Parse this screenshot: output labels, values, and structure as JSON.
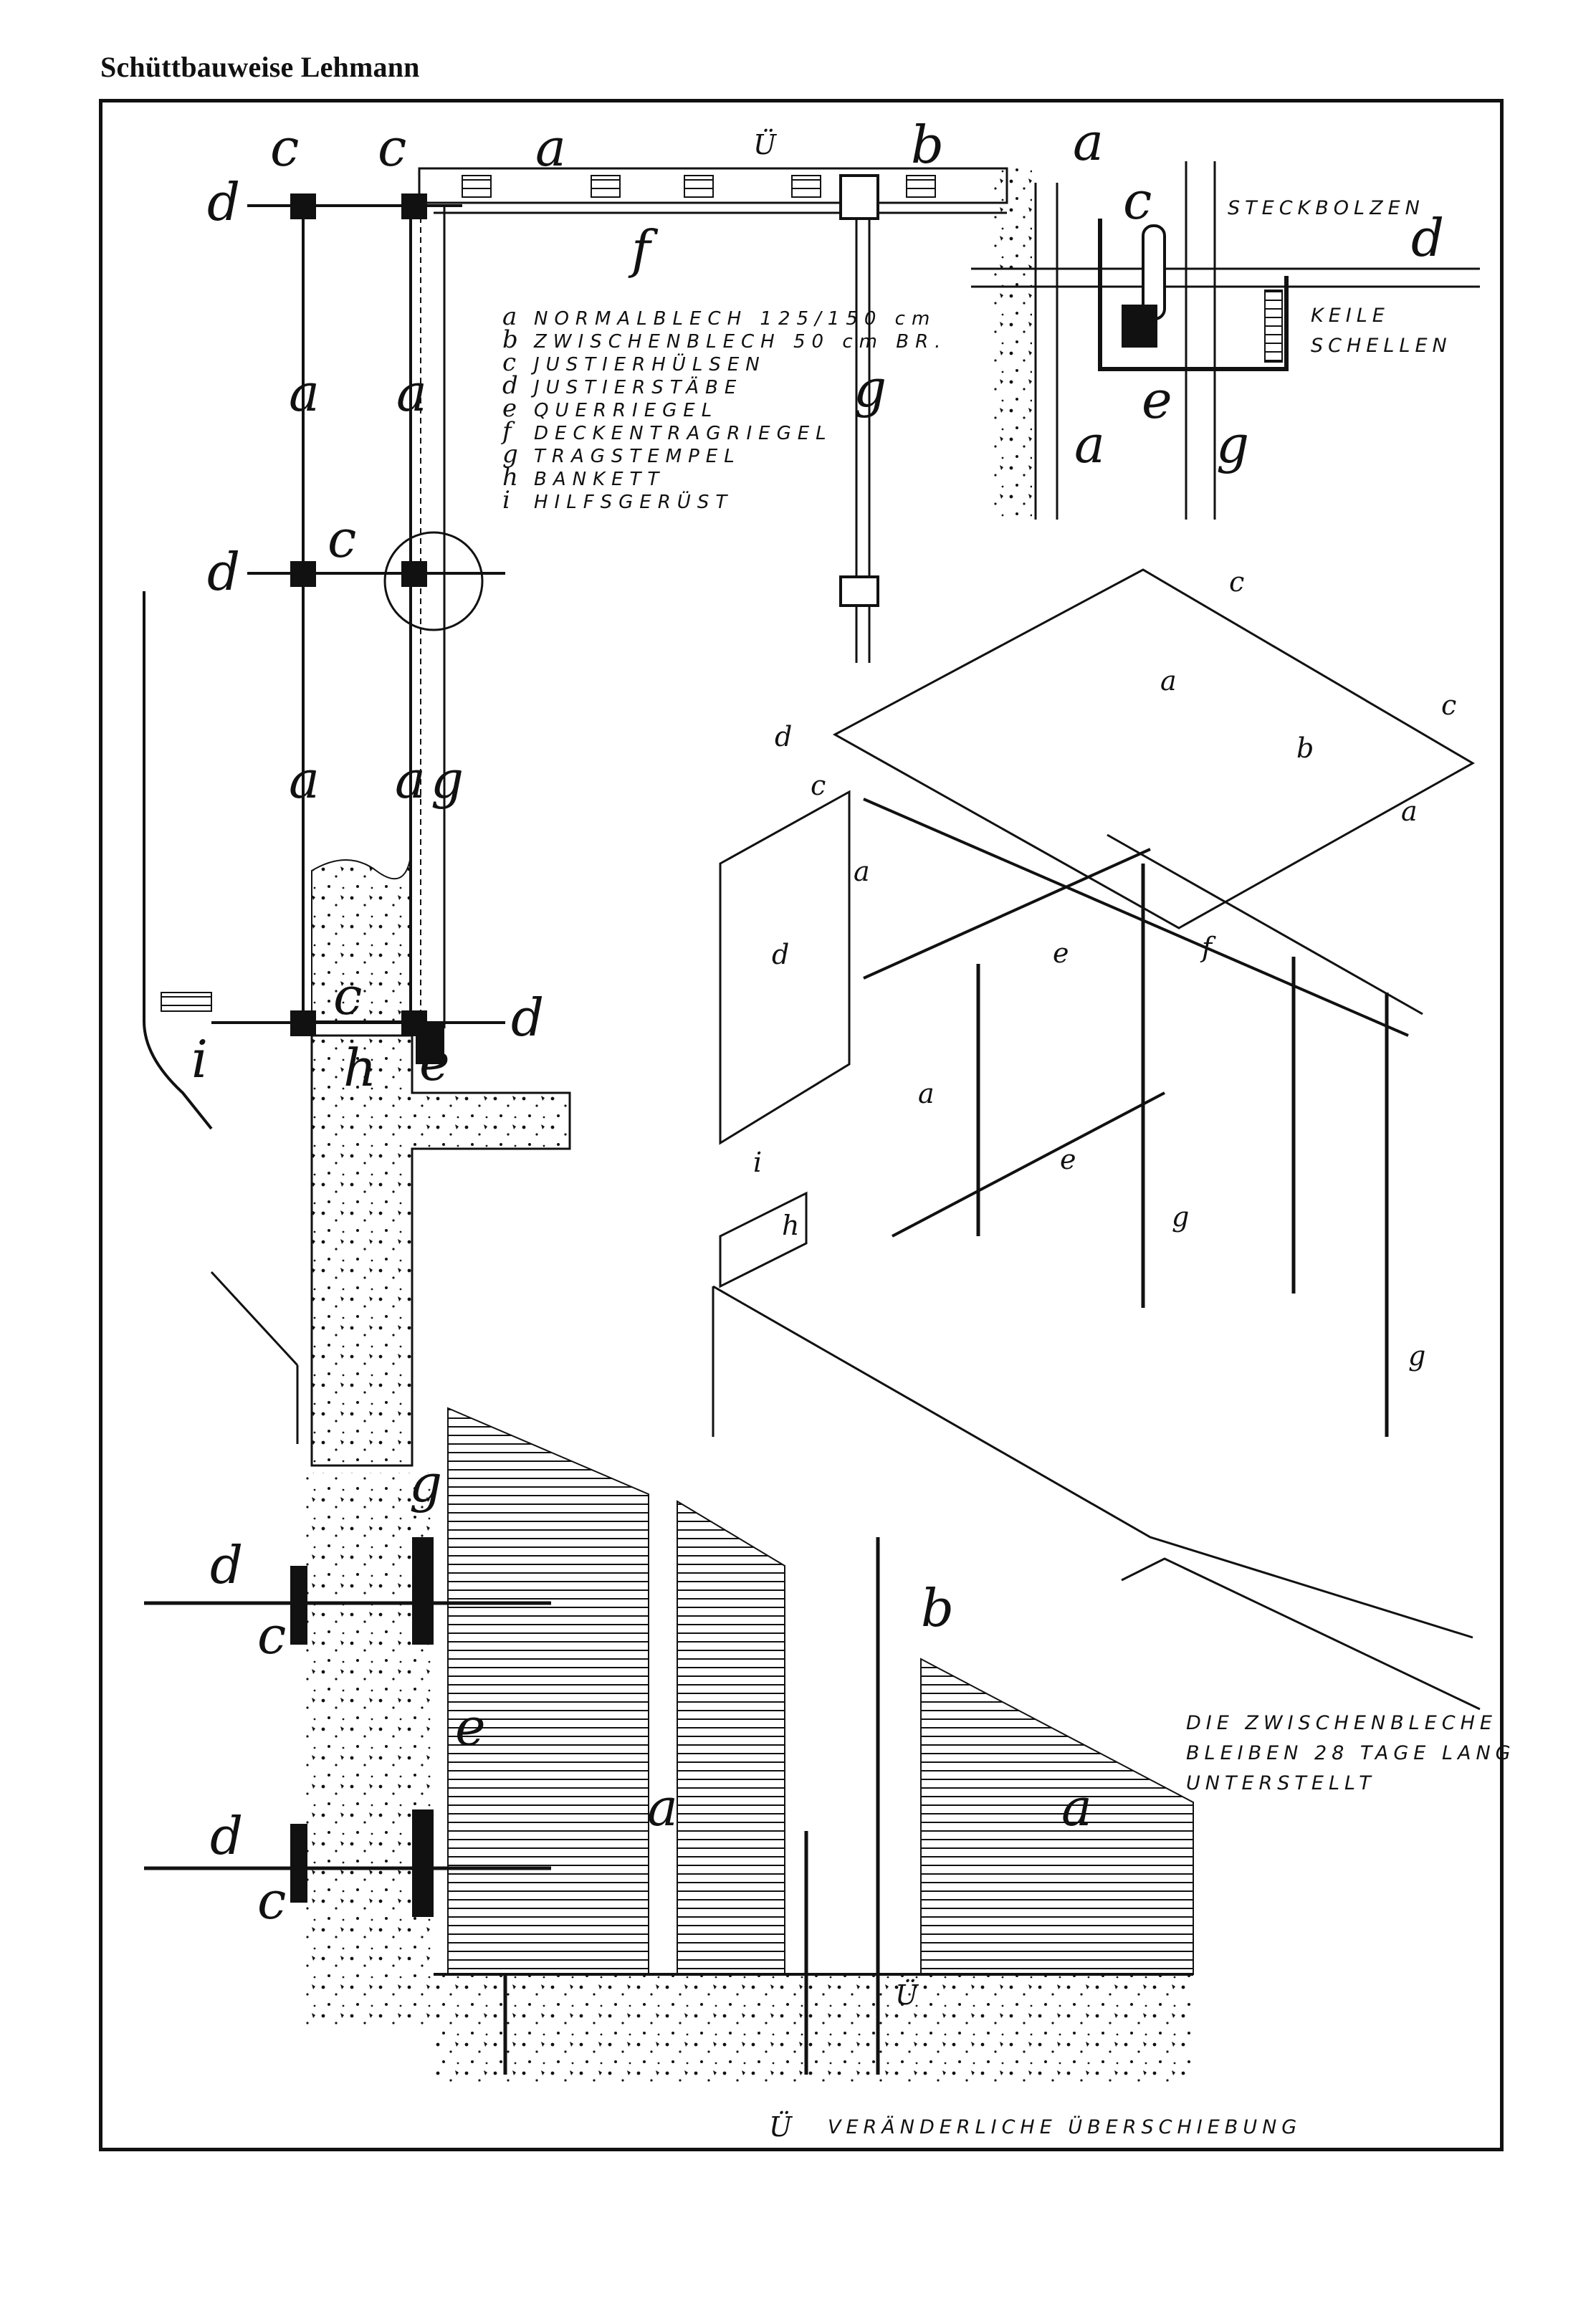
{
  "title": "Schüttbauweise Lehmann",
  "legend": [
    {
      "key": "a",
      "text": "NORMALBLECH 125/150 cm"
    },
    {
      "key": "b",
      "text": "ZWISCHENBLECH 50 cm BR."
    },
    {
      "key": "c",
      "text": "JUSTIERHÜLSEN"
    },
    {
      "key": "d",
      "text": "JUSTIERSTÄBE"
    },
    {
      "key": "e",
      "text": "QUERRIEGEL"
    },
    {
      "key": "f",
      "text": "DECKENTRAGRIEGEL"
    },
    {
      "key": "g",
      "text": "TRAGSTEMPEL"
    },
    {
      "key": "h",
      "text": "BANKETT"
    },
    {
      "key": "i",
      "text": "HILFSGERÜST"
    }
  ],
  "detail_labels": {
    "steckbolzen": "STECKBOLZEN",
    "keile": "KEILE",
    "schellen": "SCHELLEN"
  },
  "overlap_mark": "Ü",
  "note_lines": [
    "DIE ZWISCHENBLECHE",
    "BLEIBEN 28 TAGE LANG",
    "UNTERSTELLT"
  ],
  "bottom_caption": "VERÄNDERLICHE ÜBERSCHIEBUNG",
  "letters": {
    "a": "a",
    "b": "b",
    "c": "c",
    "d": "d",
    "e": "e",
    "f": "f",
    "g": "g",
    "h": "h",
    "i": "i"
  }
}
